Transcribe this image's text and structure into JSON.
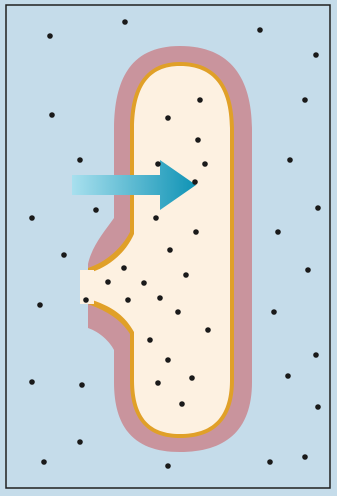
{
  "diagram": {
    "colors": {
      "background": "#c5dcea",
      "frame": "#1e1e1e",
      "outer_wall": "#c9949d",
      "membrane": "#e0a028",
      "interior": "#fdf1e1",
      "arrow_light": "#a8e0ee",
      "arrow_dark": "#0f93b5",
      "particle": "#1a1a1a"
    },
    "icons": [
      "cell-body",
      "membrane-outline",
      "opening-channel",
      "direction-arrow",
      "particles"
    ]
  }
}
